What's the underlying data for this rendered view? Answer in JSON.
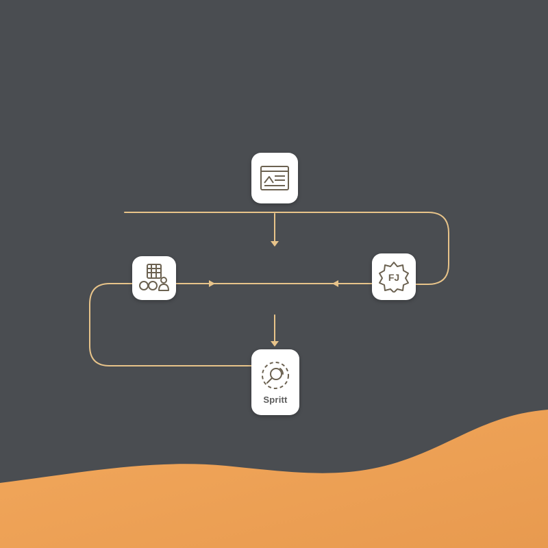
{
  "colors": {
    "background": "#4a4d51",
    "connector": "#e8c48a",
    "node_fill": "#ffffff",
    "icon_stroke": "#6b6150",
    "sand_light": "#f2a85c",
    "sand_dark": "#e89a4f"
  },
  "nodes": [
    {
      "id": "top",
      "icon": "document-chart-icon",
      "label": ""
    },
    {
      "id": "left",
      "icon": "database-people-icon",
      "label": ""
    },
    {
      "id": "right",
      "icon": "fj-badge-icon",
      "label": "",
      "badge_text": "FJ"
    },
    {
      "id": "bottom",
      "icon": "search-cycle-icon",
      "label": "Spritt"
    }
  ]
}
